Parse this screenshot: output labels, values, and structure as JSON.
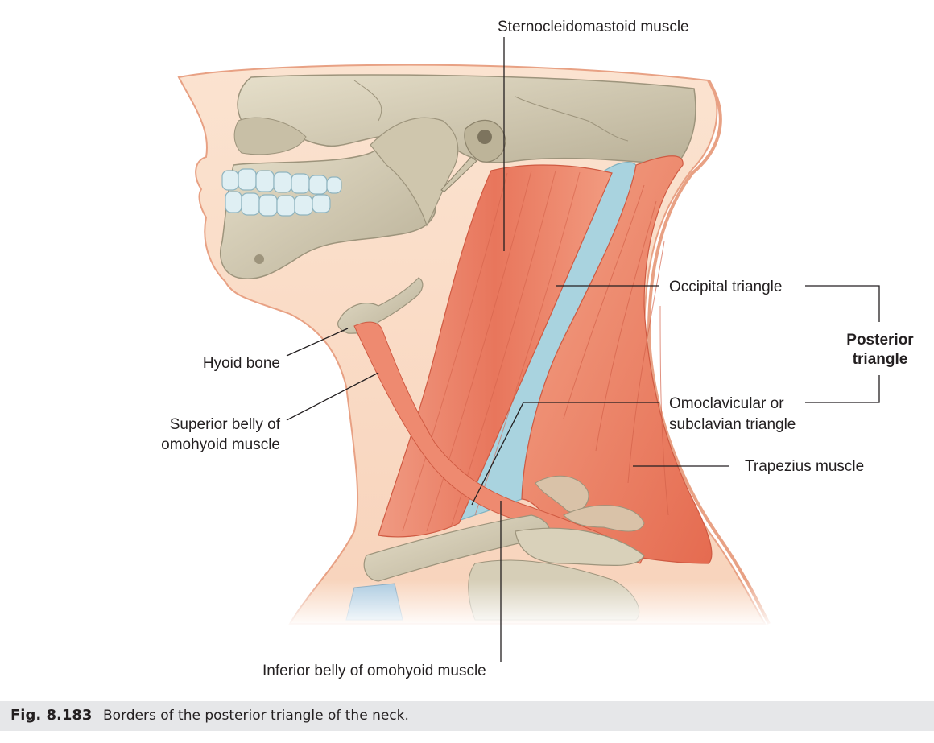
{
  "labels": {
    "scm": "Sternocleidomastoid muscle",
    "occipital": "Occipital triangle",
    "posterior_line1": "Posterior",
    "posterior_line2": "triangle",
    "omoclavicular_line1": "Omoclavicular or",
    "omoclavicular_line2": "subclavian triangle",
    "trapezius": "Trapezius muscle",
    "hyoid": "Hyoid bone",
    "superior_line1": "Superior belly of",
    "superior_line2": "omohyoid muscle",
    "inferior": "Inferior belly of omohyoid muscle"
  },
  "caption": {
    "number": "Fig. 8.183",
    "text": "Borders of the posterior triangle of the neck."
  },
  "colors": {
    "skin": "#f9d9c2",
    "skin_outline": "#e8a184",
    "bone": "#d6ceb7",
    "bone_shadow": "#a79f88",
    "muscle": "#e8765c",
    "muscle_light": "#f2a08a",
    "triangle_blue": "#a9d3df",
    "teeth": "#dfeff3",
    "caption_bg": "#e6e7e9"
  }
}
